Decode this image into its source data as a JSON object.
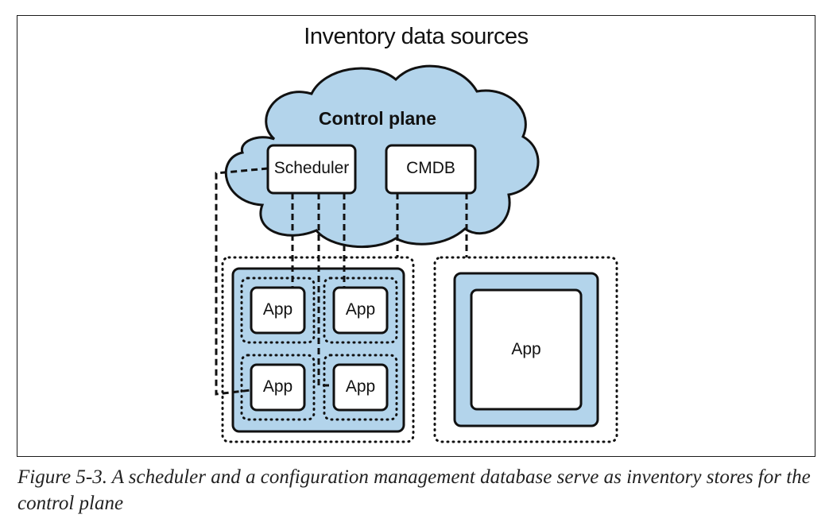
{
  "title": "Inventory data sources",
  "control_plane": {
    "label": "Control plane",
    "scheduler": "Scheduler",
    "cmdb": "CMDB"
  },
  "left_host": {
    "apps": [
      "App",
      "App",
      "App",
      "App"
    ]
  },
  "right_host": {
    "app": "App"
  },
  "caption": "Figure 5-3. A scheduler and a configuration management database serve as inventory stores for the control plane",
  "colors": {
    "cloud_fill": "#b3d4eb",
    "host_fill": "#b3d4eb",
    "stroke": "#111111",
    "box_fill": "#ffffff"
  }
}
